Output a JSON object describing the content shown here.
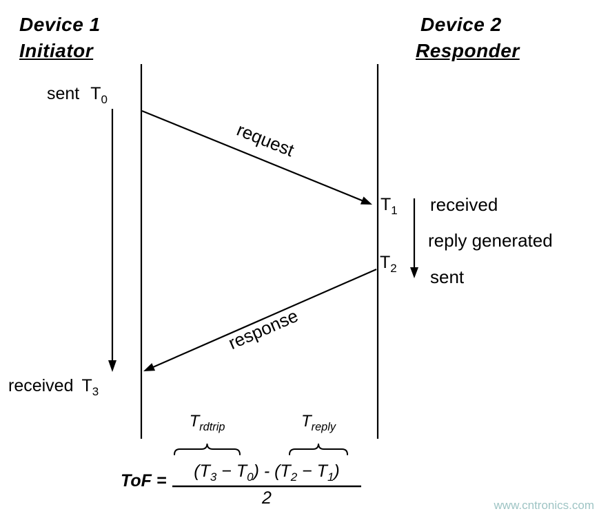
{
  "page": {
    "watermark": "www.cntronics.com",
    "watermark_color": "#9ec4c4",
    "line_color": "#000000"
  },
  "device1": {
    "title": "Device 1",
    "role": "Initiator"
  },
  "device2": {
    "title": "Device 2",
    "role": "Responder"
  },
  "timeline": {
    "sent": "sent",
    "received": "received",
    "t": "T",
    "t0_sub": "0",
    "t1_sub": "1",
    "t2_sub": "2",
    "t3_sub": "3",
    "right_received": "received",
    "right_reply": "reply generated",
    "right_sent": "sent"
  },
  "messages": {
    "request": "request",
    "response": "response"
  },
  "formula": {
    "rdtrip_t": "T",
    "rdtrip_sub": "rdtrip",
    "reply_t": "T",
    "reply_sub": "reply",
    "tof": "ToF =",
    "num_p1": "(T",
    "num_s1": "3",
    "num_p2": " − T",
    "num_s2": "0",
    "num_p3": ") - (T",
    "num_s3": "2",
    "num_p4": " − T",
    "num_s4": "1",
    "num_p5": ")",
    "denominator": "2"
  }
}
